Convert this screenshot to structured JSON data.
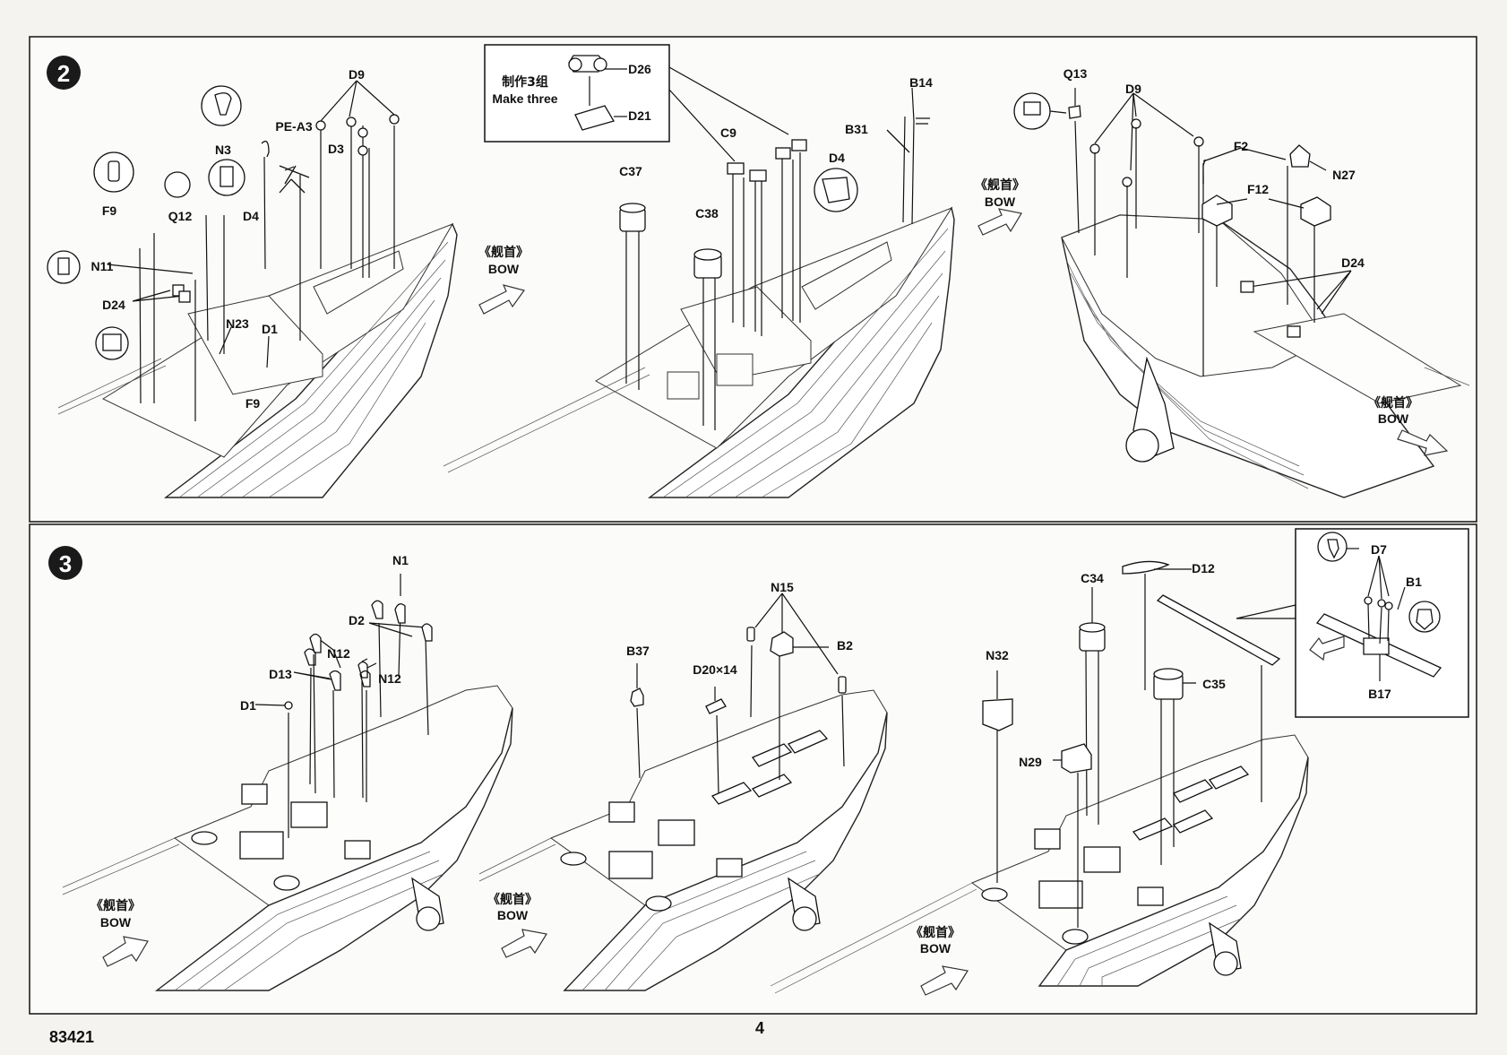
{
  "steps": [
    {
      "number": "2",
      "left": {
        "labels": [
          "D9",
          "PE-A3",
          "N3",
          "D3",
          "F9",
          "Q12",
          "D4",
          "N11",
          "D24",
          "N23",
          "D1",
          "F9"
        ]
      },
      "callout_box": {
        "line1": "制作3组",
        "line2": "Make three",
        "parts": [
          "D26",
          "D21"
        ]
      },
      "middle": {
        "labels": [
          "C9",
          "D4",
          "C37",
          "C38",
          "B14",
          "B31"
        ]
      },
      "right": {
        "labels": [
          "Q13",
          "D9",
          "F2",
          "N27",
          "F12",
          "D24"
        ]
      },
      "bow": [
        {
          "cn": "《舰首》",
          "en": "BOW"
        },
        {
          "cn": "《舰首》",
          "en": "BOW"
        },
        {
          "cn": "《舰首》",
          "en": "BOW"
        }
      ]
    },
    {
      "number": "3",
      "left": {
        "labels": [
          "N1",
          "D2",
          "N12",
          "D13",
          "N12",
          "D1"
        ]
      },
      "middle": {
        "labels": [
          "N15",
          "B37",
          "B2",
          "D20×14"
        ]
      },
      "right": {
        "labels": [
          "C34",
          "D12",
          "N32",
          "C35",
          "N29"
        ]
      },
      "inset": {
        "labels": [
          "D7",
          "B1",
          "B17"
        ]
      },
      "bow": [
        {
          "cn": "《舰首》",
          "en": "BOW"
        },
        {
          "cn": "《舰首》",
          "en": "BOW"
        },
        {
          "cn": "《舰首》",
          "en": "BOW"
        }
      ]
    }
  ],
  "footer": {
    "kit_number": "83421",
    "page_number": "4"
  }
}
